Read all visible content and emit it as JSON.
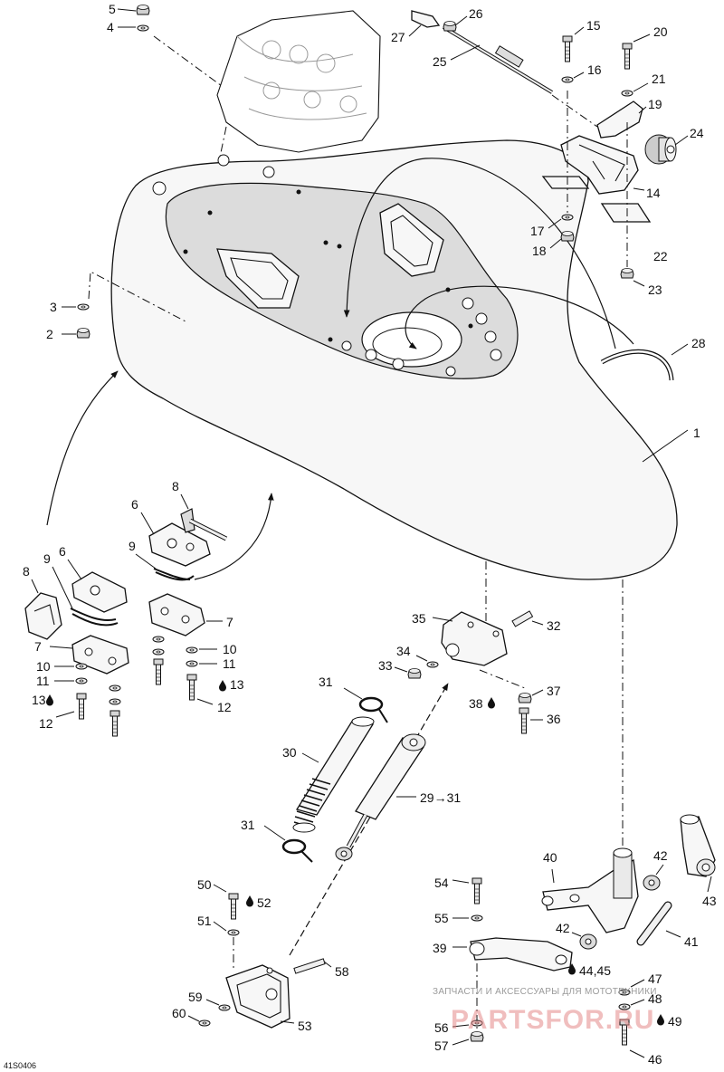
{
  "figure_code": "41S0406",
  "watermark": {
    "caption": "ЗАПЧАСТИ И АКСЕССУАРЫ ДЛЯ МОТОТЕХНИКИ",
    "brand": "PARTSFOR.RU"
  },
  "callouts": {
    "c1": "1",
    "c2": "2",
    "c3": "3",
    "c4": "4",
    "c5": "5",
    "c6a": "6",
    "c6b": "6",
    "c7a": "7",
    "c7b": "7",
    "c8a": "8",
    "c8b": "8",
    "c9a": "9",
    "c9b": "9",
    "c10a": "10",
    "c10b": "10",
    "c11a": "11",
    "c11b": "11",
    "c12a": "12",
    "c12b": "12",
    "c13a": "13",
    "c13b": "13",
    "c14": "14",
    "c15": "15",
    "c16": "16",
    "c17": "17",
    "c18": "18",
    "c19": "19",
    "c20": "20",
    "c21": "21",
    "c22": "22",
    "c23": "23",
    "c24": "24",
    "c25": "25",
    "c26": "26",
    "c27": "27",
    "c28": "28",
    "c29": "29→31",
    "c30": "30",
    "c31a": "31",
    "c31b": "31",
    "c32": "32",
    "c33": "33",
    "c34": "34",
    "c35": "35",
    "c36": "36",
    "c37": "37",
    "c38": "38",
    "c39": "39",
    "c40": "40",
    "c41": "41",
    "c42a": "42",
    "c42b": "42",
    "c43": "43",
    "c44": "44,45",
    "c46": "46",
    "c47": "47",
    "c48": "48",
    "c49": "49",
    "c50": "50",
    "c51": "51",
    "c52": "52",
    "c53": "53",
    "c54": "54",
    "c55": "55",
    "c56": "56",
    "c57": "57",
    "c58": "58",
    "c59": "59",
    "c60": "60"
  },
  "icons": {
    "lubricant": "drop-icon"
  }
}
